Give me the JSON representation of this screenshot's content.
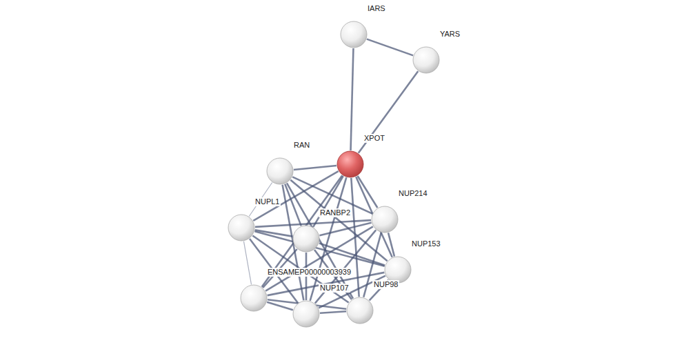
{
  "diagram": {
    "nodes": [
      {
        "text": [
          "IARS"
        ]
      },
      {
        "text": [
          "YARS"
        ]
      },
      {
        "text": [
          "XPOT"
        ]
      },
      {
        "text": [
          "RAN"
        ]
      },
      {
        "text": [
          "NUPL1"
        ]
      },
      {
        "text": [
          "RANBP2"
        ]
      },
      {
        "text": [
          "NUP214"
        ]
      },
      {
        "text": [
          "NUP153"
        ]
      },
      {
        "text": [
          "ENSAMEP00000003939"
        ]
      },
      {
        "text": [
          "NUP107"
        ]
      },
      {
        "text": [
          "NUP98"
        ]
      }
    ],
    "edges": [
      {
        "from": 0,
        "to": 1,
        "arrow": "none"
      },
      {
        "from": 0,
        "to": 2,
        "arrow": "none"
      },
      {
        "from": 1,
        "to": 2,
        "arrow": "none"
      },
      {
        "from": 2,
        "to": 3,
        "arrow": "none"
      },
      {
        "from": 2,
        "to": 4,
        "arrow": "none"
      },
      {
        "from": 2,
        "to": 5,
        "arrow": "none"
      },
      {
        "from": 2,
        "to": 6,
        "arrow": "none"
      },
      {
        "from": 2,
        "to": 7,
        "arrow": "none"
      },
      {
        "from": 2,
        "to": 8,
        "arrow": "none"
      },
      {
        "from": 2,
        "to": 9,
        "arrow": "none"
      },
      {
        "from": 2,
        "to": 10,
        "arrow": "none"
      },
      {
        "from": 3,
        "to": 4,
        "arrow": "none"
      },
      {
        "from": 3,
        "to": 5,
        "arrow": "none"
      },
      {
        "from": 3,
        "to": 6,
        "arrow": "none"
      },
      {
        "from": 3,
        "to": 7,
        "arrow": "none"
      },
      {
        "from": 3,
        "to": 9,
        "arrow": "none"
      },
      {
        "from": 3,
        "to": 10,
        "arrow": "none"
      },
      {
        "from": 4,
        "to": 5,
        "arrow": "none"
      },
      {
        "from": 4,
        "to": 6,
        "arrow": "none"
      },
      {
        "from": 4,
        "to": 7,
        "arrow": "none"
      },
      {
        "from": 4,
        "to": 8,
        "arrow": "none"
      },
      {
        "from": 4,
        "to": 9,
        "arrow": "none"
      },
      {
        "from": 4,
        "to": 10,
        "arrow": "none"
      },
      {
        "from": 5,
        "to": 6,
        "arrow": "none"
      },
      {
        "from": 5,
        "to": 7,
        "arrow": "none"
      },
      {
        "from": 5,
        "to": 8,
        "arrow": "none"
      },
      {
        "from": 5,
        "to": 9,
        "arrow": "none"
      },
      {
        "from": 5,
        "to": 10,
        "arrow": "none"
      },
      {
        "from": 6,
        "to": 7,
        "arrow": "none"
      },
      {
        "from": 6,
        "to": 8,
        "arrow": "none"
      },
      {
        "from": 6,
        "to": 9,
        "arrow": "none"
      },
      {
        "from": 6,
        "to": 10,
        "arrow": "none"
      },
      {
        "from": 7,
        "to": 8,
        "arrow": "none"
      },
      {
        "from": 7,
        "to": 9,
        "arrow": "none"
      },
      {
        "from": 7,
        "to": 10,
        "arrow": "none"
      },
      {
        "from": 8,
        "to": 9,
        "arrow": "none"
      },
      {
        "from": 8,
        "to": 10,
        "arrow": "none"
      },
      {
        "from": 9,
        "to": 10,
        "arrow": "none"
      }
    ]
  }
}
